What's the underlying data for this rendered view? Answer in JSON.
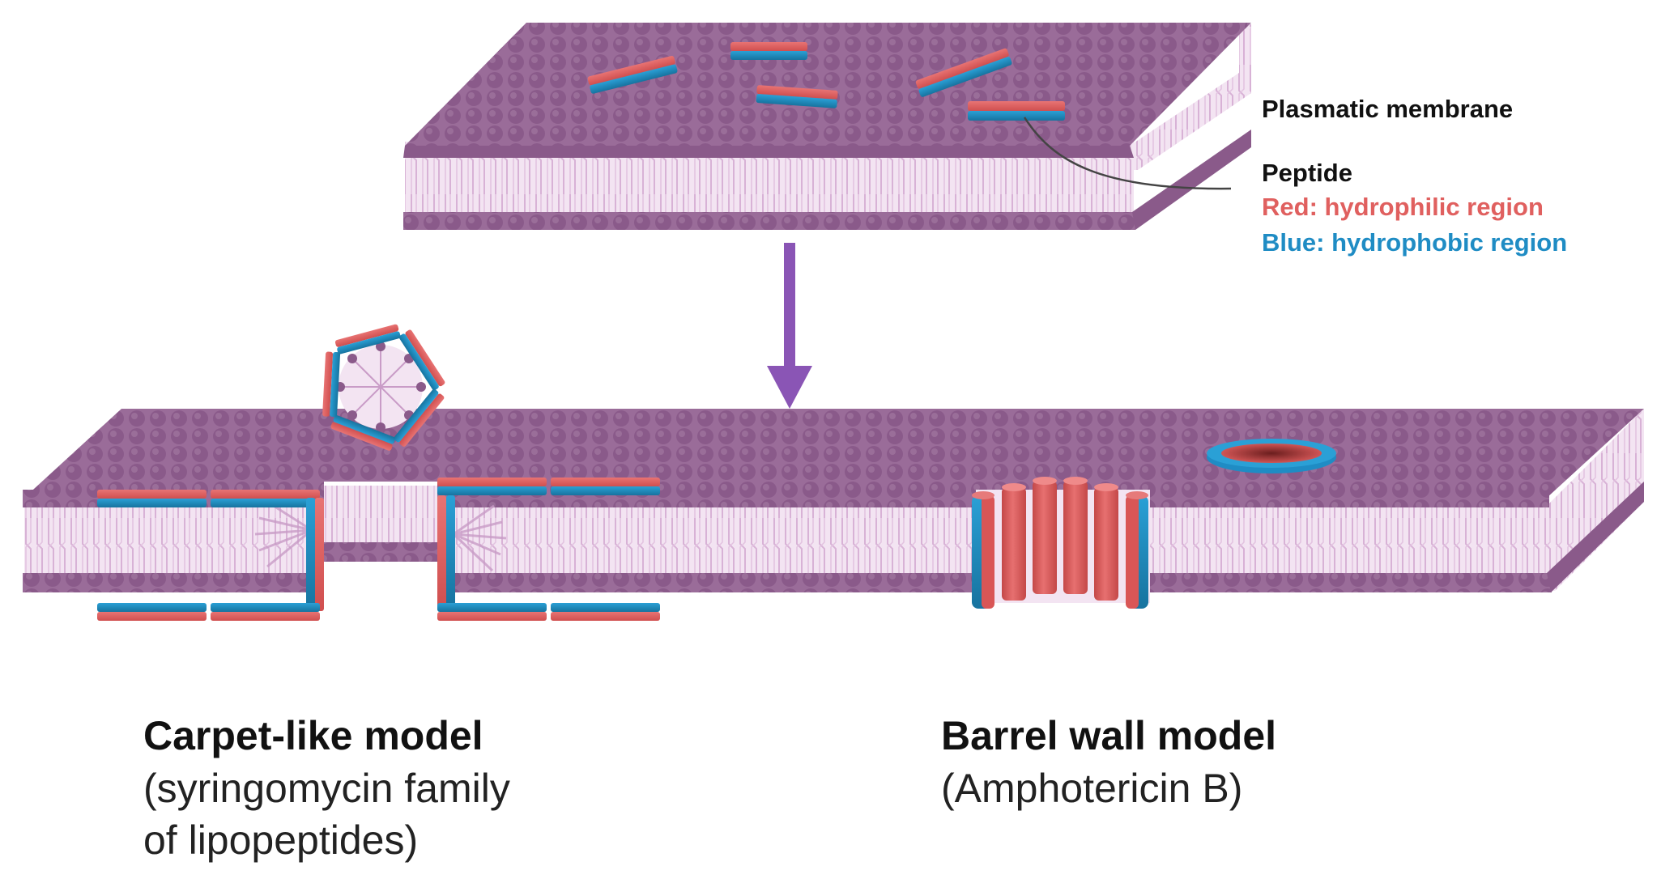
{
  "legend": {
    "membrane_label": "Plasmatic  membrane",
    "peptide_label": "Peptide",
    "red_label": "Red: hydrophilic region",
    "blue_label": "Blue: hydrophobic region"
  },
  "models": {
    "carpet": {
      "title": "Carpet-like model",
      "subtitle_line1": "(syringomycin family",
      "subtitle_line2": "of lipopeptides)"
    },
    "barrel": {
      "title": "Barrel wall model",
      "subtitle_line1": "(Amphotericin B)"
    }
  },
  "colors": {
    "membrane_head": "#8e5f8e",
    "membrane_surface": "#9a6c99",
    "tails": "#e6c8e4",
    "hydrophilic": "#e05a5a",
    "hydrophobic": "#1f8cc4",
    "arrow": "#8a55b5",
    "legend_red": "#e0605f",
    "legend_blue": "#1f8cc4"
  }
}
